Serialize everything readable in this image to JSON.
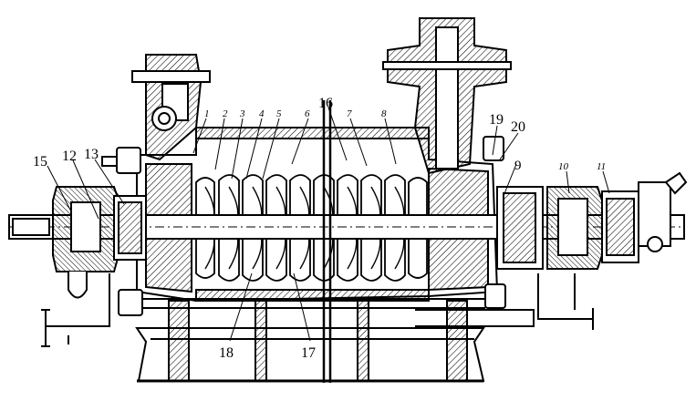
{
  "figure": {
    "labels": [
      {
        "key": "1",
        "text": "1"
      },
      {
        "key": "2",
        "text": "2"
      },
      {
        "key": "3",
        "text": "3"
      },
      {
        "key": "4",
        "text": "4"
      },
      {
        "key": "5",
        "text": "5"
      },
      {
        "key": "6",
        "text": "6"
      },
      {
        "key": "7",
        "text": "7"
      },
      {
        "key": "8",
        "text": "8"
      },
      {
        "key": "9",
        "text": "9"
      },
      {
        "key": "10",
        "text": "10"
      },
      {
        "key": "11",
        "text": "11"
      },
      {
        "key": "12",
        "text": "12"
      },
      {
        "key": "13",
        "text": "13"
      },
      {
        "key": "15",
        "text": "15"
      },
      {
        "key": "16",
        "text": "16"
      },
      {
        "key": "17",
        "text": "17"
      },
      {
        "key": "18",
        "text": "18"
      },
      {
        "key": "19",
        "text": "19"
      },
      {
        "key": "20",
        "text": "20"
      }
    ]
  }
}
